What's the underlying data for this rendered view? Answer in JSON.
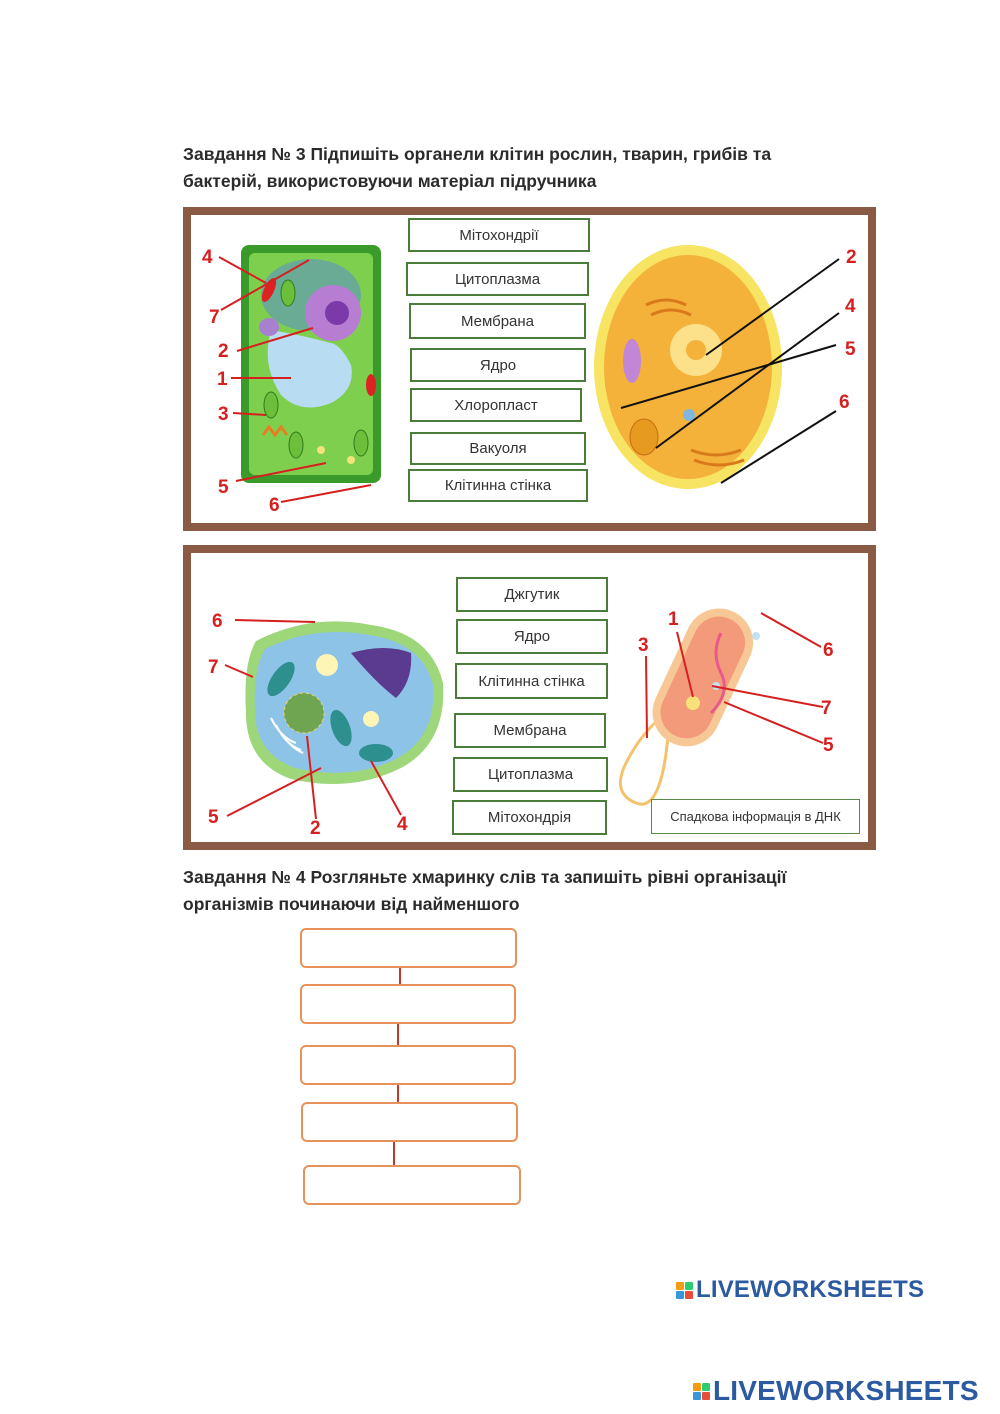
{
  "task3": {
    "title_line1": "Завдання № 3 Підпишіть органели клітин рослин, тварин, грибів та",
    "title_line2": "бактерій, використовуючи матеріал підручника"
  },
  "panel1": {
    "options": [
      "Мітохондрії",
      "Цитоплазма",
      "Мембрана",
      "Ядро",
      "Хлоропласт",
      "Вакуоля",
      "Клітинна стінка"
    ],
    "plant_numbers": [
      "4",
      "7",
      "2",
      "1",
      "3",
      "5",
      "6"
    ],
    "fungus_numbers": [
      "2",
      "4",
      "5",
      "6"
    ]
  },
  "panel2": {
    "options": [
      "Джгутик",
      "Ядро",
      "Клітинна стінка",
      "Мембрана",
      "Цитоплазма",
      "Мітохондрія"
    ],
    "dna_label": "Спадкова інформація в ДНК",
    "animal_numbers": [
      "6",
      "7",
      "5",
      "2",
      "4"
    ],
    "bacteria_numbers": [
      "1",
      "3",
      "6",
      "7",
      "5"
    ]
  },
  "task4": {
    "title_line1": "Завдання № 4 Розгляньте хмаринку слів та запишіть рівні організації",
    "title_line2": "організмів починаючи від найменшого",
    "answer_values": [
      "",
      "",
      "",
      "",
      ""
    ]
  },
  "brand": {
    "name": "LIVEWORKSHEETS",
    "mark_colors": [
      "#f39c12",
      "#2ecc71",
      "#3498db",
      "#e74c3c"
    ]
  },
  "colors": {
    "frame": "#8b5a45",
    "option_border": "#4a7d3a",
    "answer_border": "#e5935a",
    "label_red": "#d62020",
    "brand_blue": "#2c5aa0"
  }
}
